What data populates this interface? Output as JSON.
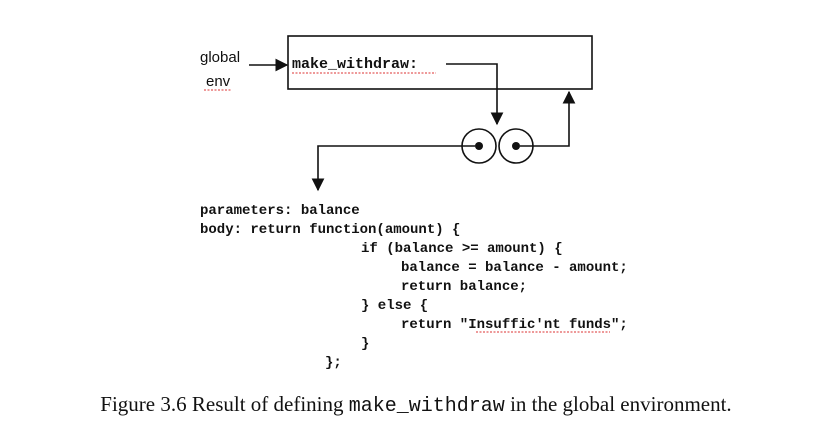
{
  "diagram": {
    "global_label_line1": "global",
    "global_label_line2": "env",
    "frame_binding": "make_withdraw:",
    "code": {
      "line1": "parameters: balance",
      "line2": "body: return function(amount) {",
      "line3": "if (balance >= amount) {",
      "line4": "balance = balance - amount;",
      "line5": "return balance;",
      "line6": "} else {",
      "line7": "return \"Insuffic'nt funds\";",
      "line8": "}",
      "line9": "};"
    }
  },
  "caption": {
    "prefix": "Figure 3.6 Result of defining ",
    "code_name": "make_withdraw",
    "suffix": " in the global environment."
  }
}
